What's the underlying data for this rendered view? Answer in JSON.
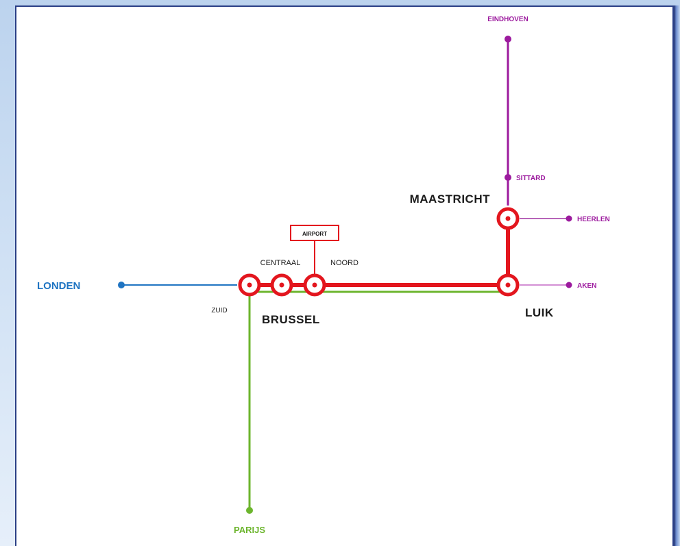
{
  "colors": {
    "thalys_red": "#e3161e",
    "eurostar_blue": "#1f74c2",
    "paris_green": "#6cb52d",
    "dutch_purple": "#9c1a9e",
    "label_dark": "#1a1a1a"
  },
  "stations": {
    "eindhoven": "EINDHOVEN",
    "sittard": "SITTARD",
    "maastricht": "MAASTRICHT",
    "heerlen": "HEERLEN",
    "airport": "AIRPORT",
    "centraal": "CENTRAAL",
    "noord": "NOORD",
    "londen": "LONDEN",
    "aken": "AKEN",
    "zuid": "ZUID",
    "brussel": "BRUSSEL",
    "luik": "LUIK",
    "parijs": "PARIJS"
  }
}
